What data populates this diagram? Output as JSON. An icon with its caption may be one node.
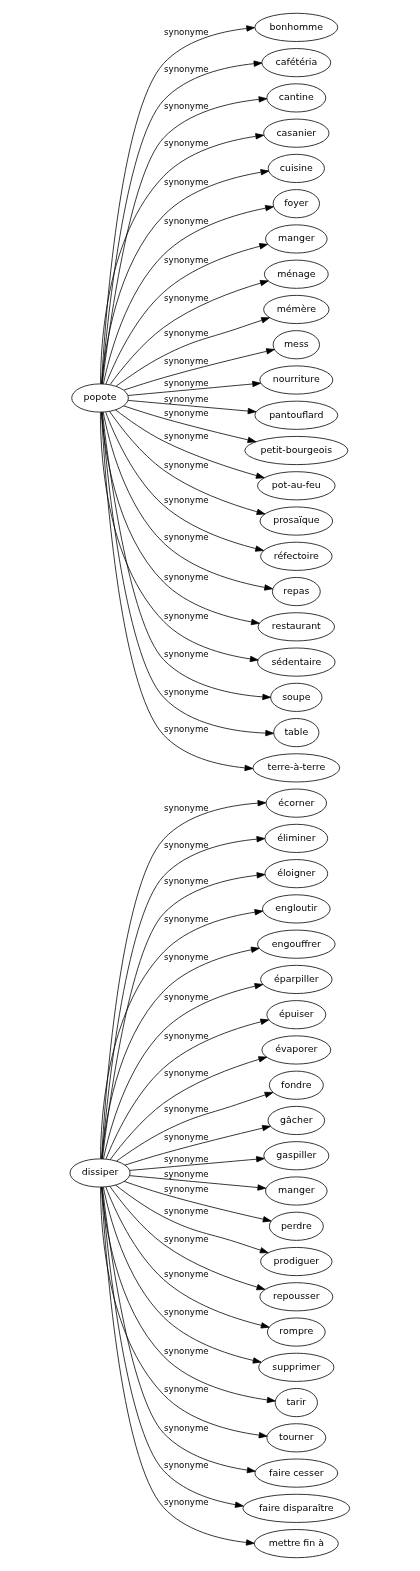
{
  "diagram": {
    "nodes": [
      {
        "text": [
          "dissiper"
        ]
      },
      {
        "text": [
          "popote"
        ]
      },
      {
        "text": [
          "bonhomme"
        ]
      },
      {
        "text": [
          "écorner"
        ]
      },
      {
        "text": [
          "cafétéria"
        ]
      },
      {
        "text": [
          "éliminer"
        ]
      },
      {
        "text": [
          "cantine"
        ]
      },
      {
        "text": [
          "éloigner"
        ]
      },
      {
        "text": [
          "casanier"
        ]
      },
      {
        "text": [
          "engloutir"
        ]
      },
      {
        "text": [
          "cuisine"
        ]
      },
      {
        "text": [
          "engouffrer"
        ]
      },
      {
        "text": [
          "foyer"
        ]
      },
      {
        "text": [
          "éparpiller"
        ]
      },
      {
        "text": [
          "manger"
        ]
      },
      {
        "text": [
          "épuiser"
        ]
      },
      {
        "text": [
          "ménage"
        ]
      },
      {
        "text": [
          "évaporer"
        ]
      },
      {
        "text": [
          "mémère"
        ]
      },
      {
        "text": [
          "fondre"
        ]
      },
      {
        "text": [
          "mess"
        ]
      },
      {
        "text": [
          "gâcher"
        ]
      },
      {
        "text": [
          "nourriture"
        ]
      },
      {
        "text": [
          "gaspiller"
        ]
      },
      {
        "text": [
          "pantouflard"
        ]
      },
      {
        "text": [
          "manger"
        ]
      },
      {
        "text": [
          "petit-bourgeois"
        ]
      },
      {
        "text": [
          "perdre"
        ]
      },
      {
        "text": [
          "pot-au-feu"
        ]
      },
      {
        "text": [
          "prodiguer"
        ]
      },
      {
        "text": [
          "prosaïque"
        ]
      },
      {
        "text": [
          "repousser"
        ]
      },
      {
        "text": [
          "réfectoire"
        ]
      },
      {
        "text": [
          "rompre"
        ]
      },
      {
        "text": [
          "repas"
        ]
      },
      {
        "text": [
          "supprimer"
        ]
      },
      {
        "text": [
          "restaurant"
        ]
      },
      {
        "text": [
          "tarir"
        ]
      },
      {
        "text": [
          "sédentaire"
        ]
      },
      {
        "text": [
          "tourner"
        ]
      },
      {
        "text": [
          "soupe"
        ]
      },
      {
        "text": [
          "faire cesser"
        ]
      },
      {
        "text": [
          "table"
        ]
      },
      {
        "text": [
          "faire disparaître"
        ]
      },
      {
        "text": [
          "terre-à-terre"
        ]
      },
      {
        "text": [
          "mettre fin à"
        ]
      }
    ],
    "edges": [
      {
        "from": 1,
        "to": 2,
        "arrow": "to",
        "label": "synonyme"
      },
      {
        "from": 0,
        "to": 3,
        "arrow": "to",
        "label": "synonyme"
      },
      {
        "from": 1,
        "to": 4,
        "arrow": "to",
        "label": "synonyme"
      },
      {
        "from": 0,
        "to": 5,
        "arrow": "to",
        "label": "synonyme"
      },
      {
        "from": 1,
        "to": 6,
        "arrow": "to",
        "label": "synonyme"
      },
      {
        "from": 0,
        "to": 7,
        "arrow": "to",
        "label": "synonyme"
      },
      {
        "from": 1,
        "to": 8,
        "arrow": "to",
        "label": "synonyme"
      },
      {
        "from": 0,
        "to": 9,
        "arrow": "to",
        "label": "synonyme"
      },
      {
        "from": 1,
        "to": 10,
        "arrow": "to",
        "label": "synonyme"
      },
      {
        "from": 0,
        "to": 11,
        "arrow": "to",
        "label": "synonyme"
      },
      {
        "from": 1,
        "to": 12,
        "arrow": "to",
        "label": "synonyme"
      },
      {
        "from": 0,
        "to": 13,
        "arrow": "to",
        "label": "synonyme"
      },
      {
        "from": 1,
        "to": 14,
        "arrow": "to",
        "label": "synonyme"
      },
      {
        "from": 0,
        "to": 15,
        "arrow": "to",
        "label": "synonyme"
      },
      {
        "from": 1,
        "to": 16,
        "arrow": "to",
        "label": "synonyme"
      },
      {
        "from": 0,
        "to": 17,
        "arrow": "to",
        "label": "synonyme"
      },
      {
        "from": 1,
        "to": 18,
        "arrow": "to",
        "label": "synonyme"
      },
      {
        "from": 0,
        "to": 19,
        "arrow": "to",
        "label": "synonyme"
      },
      {
        "from": 1,
        "to": 20,
        "arrow": "to",
        "label": "synonyme"
      },
      {
        "from": 0,
        "to": 21,
        "arrow": "to",
        "label": "synonyme"
      },
      {
        "from": 1,
        "to": 22,
        "arrow": "to",
        "label": "synonyme"
      },
      {
        "from": 0,
        "to": 23,
        "arrow": "to",
        "label": "synonyme"
      },
      {
        "from": 1,
        "to": 24,
        "arrow": "to",
        "label": "synonyme"
      },
      {
        "from": 0,
        "to": 25,
        "arrow": "to",
        "label": "synonyme"
      },
      {
        "from": 1,
        "to": 26,
        "arrow": "to",
        "label": "synonyme"
      },
      {
        "from": 0,
        "to": 27,
        "arrow": "to",
        "label": "synonyme"
      },
      {
        "from": 1,
        "to": 28,
        "arrow": "to",
        "label": "synonyme"
      },
      {
        "from": 0,
        "to": 29,
        "arrow": "to",
        "label": "synonyme"
      },
      {
        "from": 1,
        "to": 30,
        "arrow": "to",
        "label": "synonyme"
      },
      {
        "from": 0,
        "to": 31,
        "arrow": "to",
        "label": "synonyme"
      },
      {
        "from": 1,
        "to": 32,
        "arrow": "to",
        "label": "synonyme"
      },
      {
        "from": 0,
        "to": 33,
        "arrow": "to",
        "label": "synonyme"
      },
      {
        "from": 1,
        "to": 34,
        "arrow": "to",
        "label": "synonyme"
      },
      {
        "from": 0,
        "to": 35,
        "arrow": "to",
        "label": "synonyme"
      },
      {
        "from": 1,
        "to": 36,
        "arrow": "to",
        "label": "synonyme"
      },
      {
        "from": 0,
        "to": 37,
        "arrow": "to",
        "label": "synonyme"
      },
      {
        "from": 1,
        "to": 38,
        "arrow": "to",
        "label": "synonyme"
      },
      {
        "from": 0,
        "to": 39,
        "arrow": "to",
        "label": "synonyme"
      },
      {
        "from": 1,
        "to": 40,
        "arrow": "to",
        "label": "synonyme"
      },
      {
        "from": 0,
        "to": 41,
        "arrow": "to",
        "label": "synonyme"
      },
      {
        "from": 1,
        "to": 42,
        "arrow": "to",
        "label": "synonyme"
      },
      {
        "from": 0,
        "to": 43,
        "arrow": "to",
        "label": "synonyme"
      },
      {
        "from": 1,
        "to": 44,
        "arrow": "to",
        "label": "synonyme"
      },
      {
        "from": 0,
        "to": 45,
        "arrow": "to",
        "label": "synonyme"
      }
    ]
  }
}
